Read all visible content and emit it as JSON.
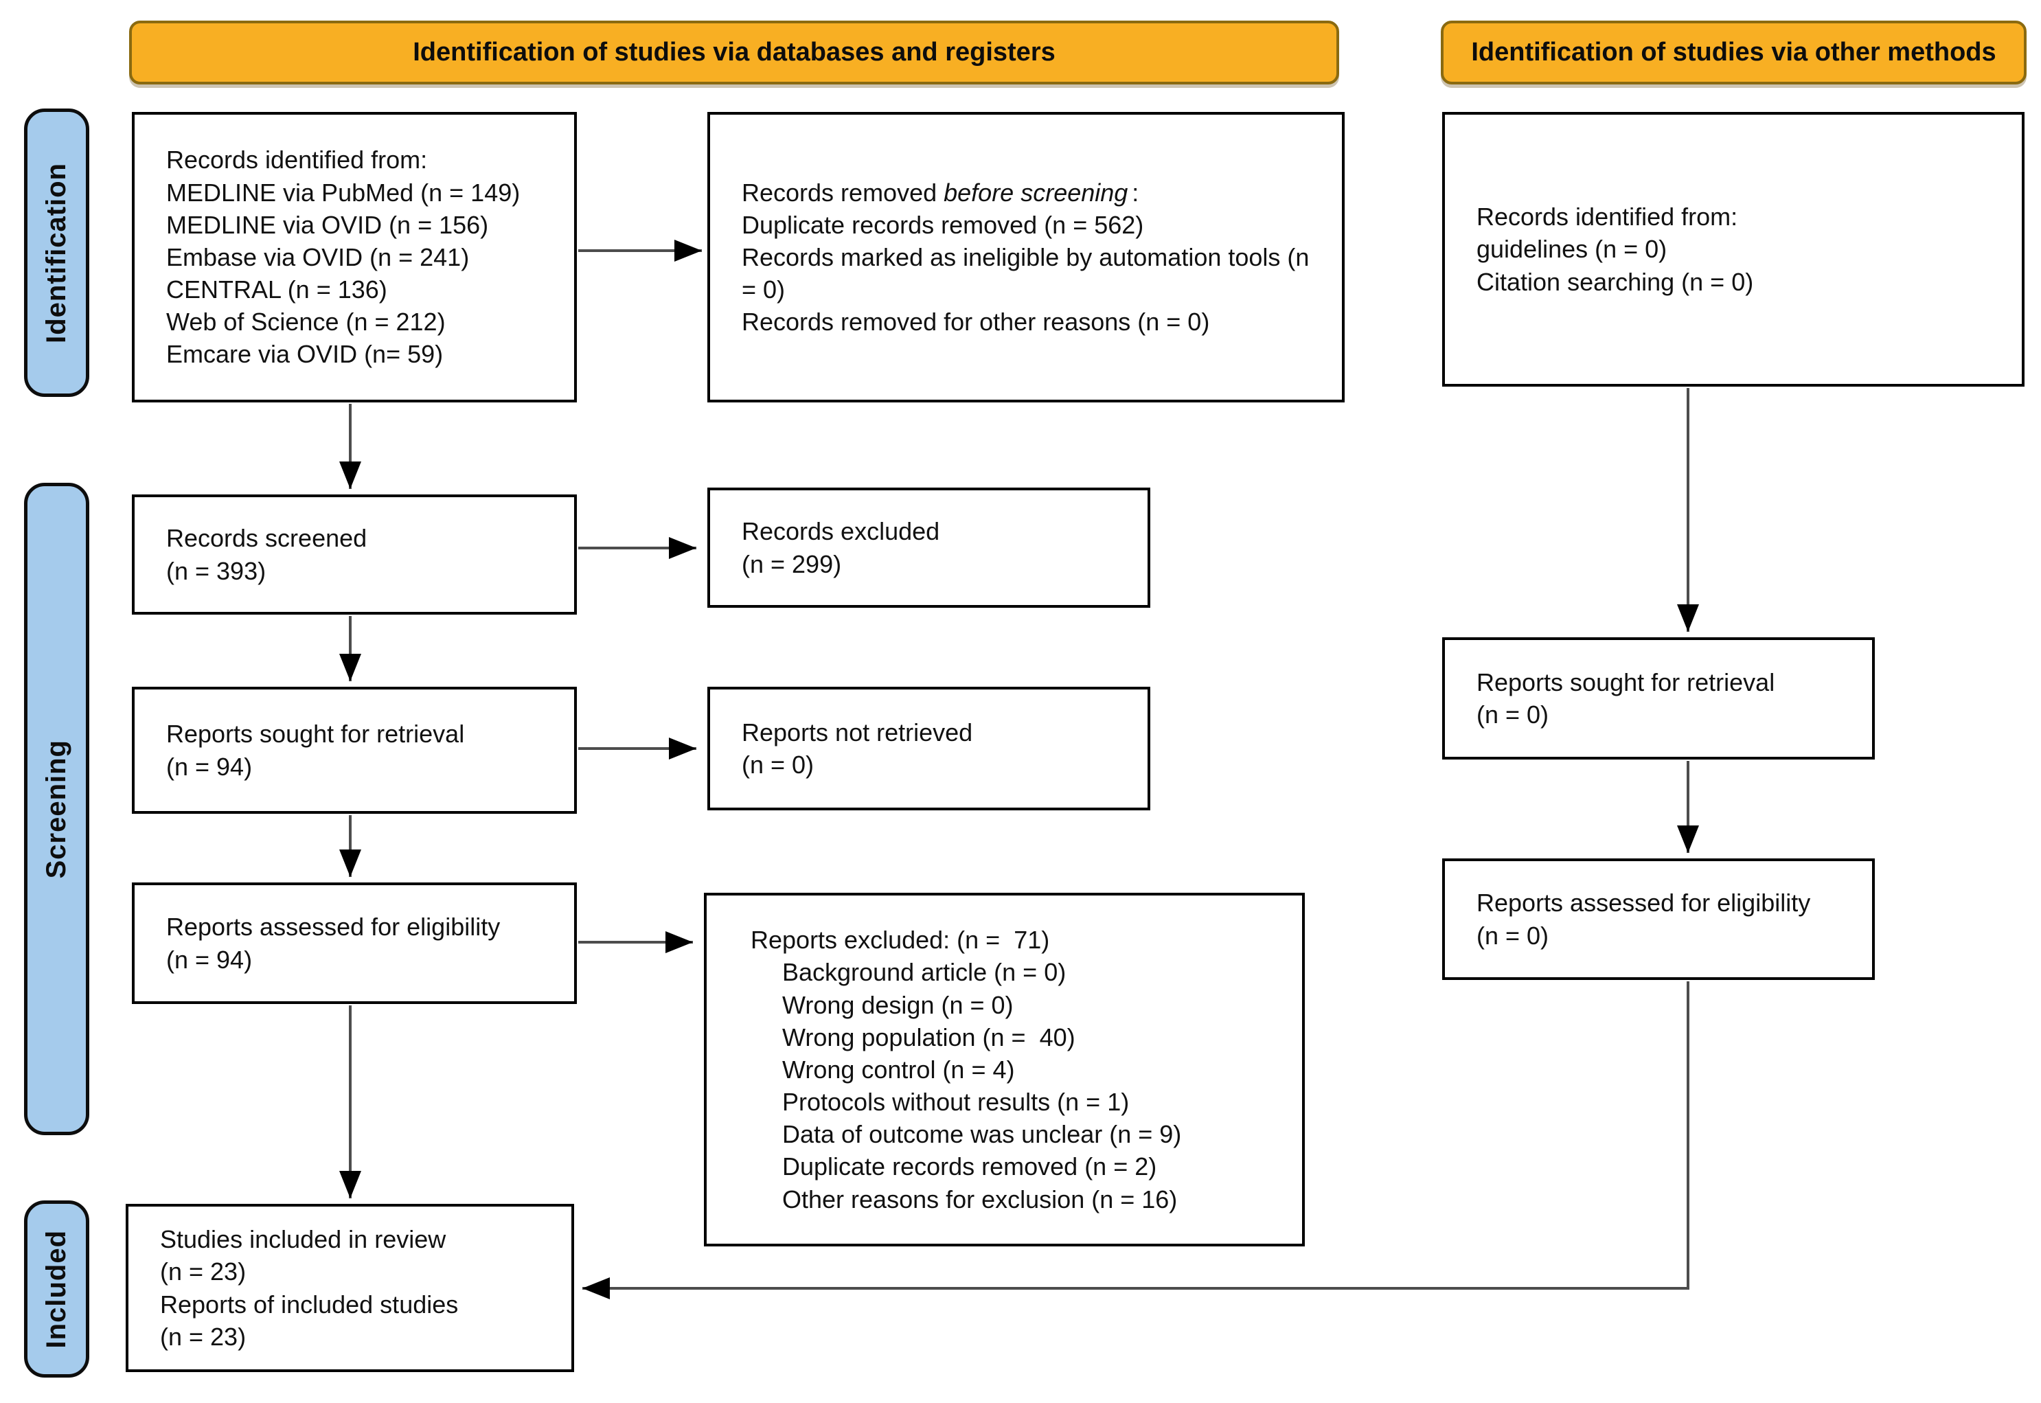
{
  "banners": {
    "left": "Identification of studies via databases and registers",
    "right": "Identification of studies via other methods"
  },
  "stage_labels": {
    "identification": "Identification",
    "screening": "Screening",
    "included": "Included"
  },
  "boxes": {
    "records_identified": {
      "lines": [
        "Records identified from:",
        "MEDLINE via PubMed (n = 149)",
        "MEDLINE via OVID (n = 156)",
        "Embase via OVID (n = 241)",
        "CENTRAL (n = 136)",
        "Web of Science (n = 212)",
        "Emcare via OVID (n= 59)"
      ]
    },
    "records_removed": {
      "title_prefix": "Records removed ",
      "title_italic": "before screening",
      "title_suffix": ":",
      "lines": [
        "Duplicate records removed (n = 562)",
        "Records marked as ineligible by automation tools (n = 0)",
        "Records removed for other reasons (n = 0)"
      ]
    },
    "other_records_identified": {
      "lines": [
        "Records identified from:",
        "guidelines (n = 0)",
        "Citation searching (n = 0)"
      ]
    },
    "records_screened": {
      "lines": [
        "Records screened",
        "(n = 393)"
      ]
    },
    "records_excluded": {
      "lines": [
        "Records excluded",
        "(n = 299)"
      ]
    },
    "reports_sought": {
      "lines": [
        "Reports sought for retrieval",
        "(n = 94)"
      ]
    },
    "reports_not_retrieved": {
      "lines": [
        "Reports not retrieved",
        "(n = 0)"
      ]
    },
    "reports_assessed": {
      "lines": [
        "Reports assessed for eligibility",
        "(n = 94)"
      ]
    },
    "reports_excluded": {
      "title": "Reports excluded: (n =  71)",
      "lines": [
        "Background article (n = 0)",
        "Wrong design (n = 0)",
        "Wrong population (n =  40)",
        "Wrong control (n = 4)",
        "Protocols without results (n = 1)",
        "Data of outcome was unclear (n = 9)",
        "Duplicate records removed (n = 2)",
        "Other reasons for exclusion (n = 16)"
      ]
    },
    "other_reports_sought": {
      "lines": [
        "Reports sought for retrieval",
        "(n = 0)"
      ]
    },
    "other_reports_assessed": {
      "lines": [
        "Reports assessed for eligibility",
        "(n = 0)"
      ]
    },
    "studies_included": {
      "lines": [
        "Studies included in review",
        "(n = 23)",
        "Reports of included studies",
        "(n = 23)"
      ]
    }
  },
  "colors": {
    "banner_fill": "#F8AF23",
    "banner_border": "#8a6a10",
    "stage_fill": "#A5CBEC",
    "box_border": "#000000",
    "arrow_line": "#4d4d4d",
    "arrow_head": "#000000"
  }
}
